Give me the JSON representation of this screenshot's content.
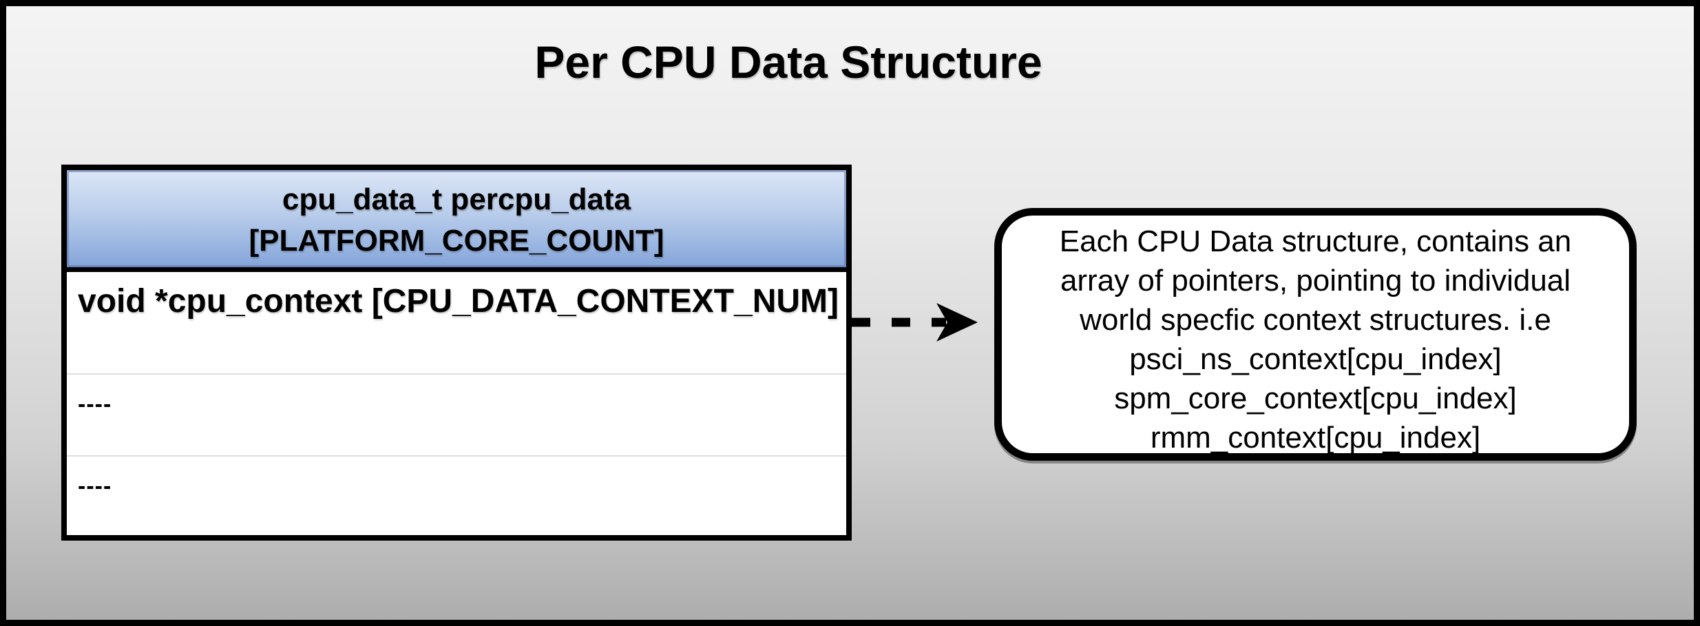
{
  "title": "Per CPU Data Structure",
  "struct_table": {
    "header": {
      "line1": "cpu_data_t percpu_data",
      "line2": "[PLATFORM_CORE_COUNT]"
    },
    "rows": [
      {
        "label": "void *cpu_context [CPU_DATA_CONTEXT_NUM]"
      },
      {
        "label": "----"
      },
      {
        "label": "----"
      }
    ]
  },
  "connector": {
    "icon": "dashed-right-arrow",
    "style": "dashed",
    "direction": "right"
  },
  "callout": {
    "lines": [
      "Each CPU Data structure, contains an",
      "array of pointers, pointing to individual",
      "world specfic context structures. i.e",
      "psci_ns_context[cpu_index]",
      "spm_core_context[cpu_index]",
      "rmm_context[cpu_index]"
    ]
  },
  "colors": {
    "frame_border": "#000000",
    "background_top": "#f4f4f4",
    "background_bottom": "#acacac",
    "header_gradient_top": "#dce6f6",
    "header_gradient_bottom": "#84a5da",
    "table_background": "#ffffff",
    "row_divider": "#dedede",
    "text": "#000000"
  }
}
